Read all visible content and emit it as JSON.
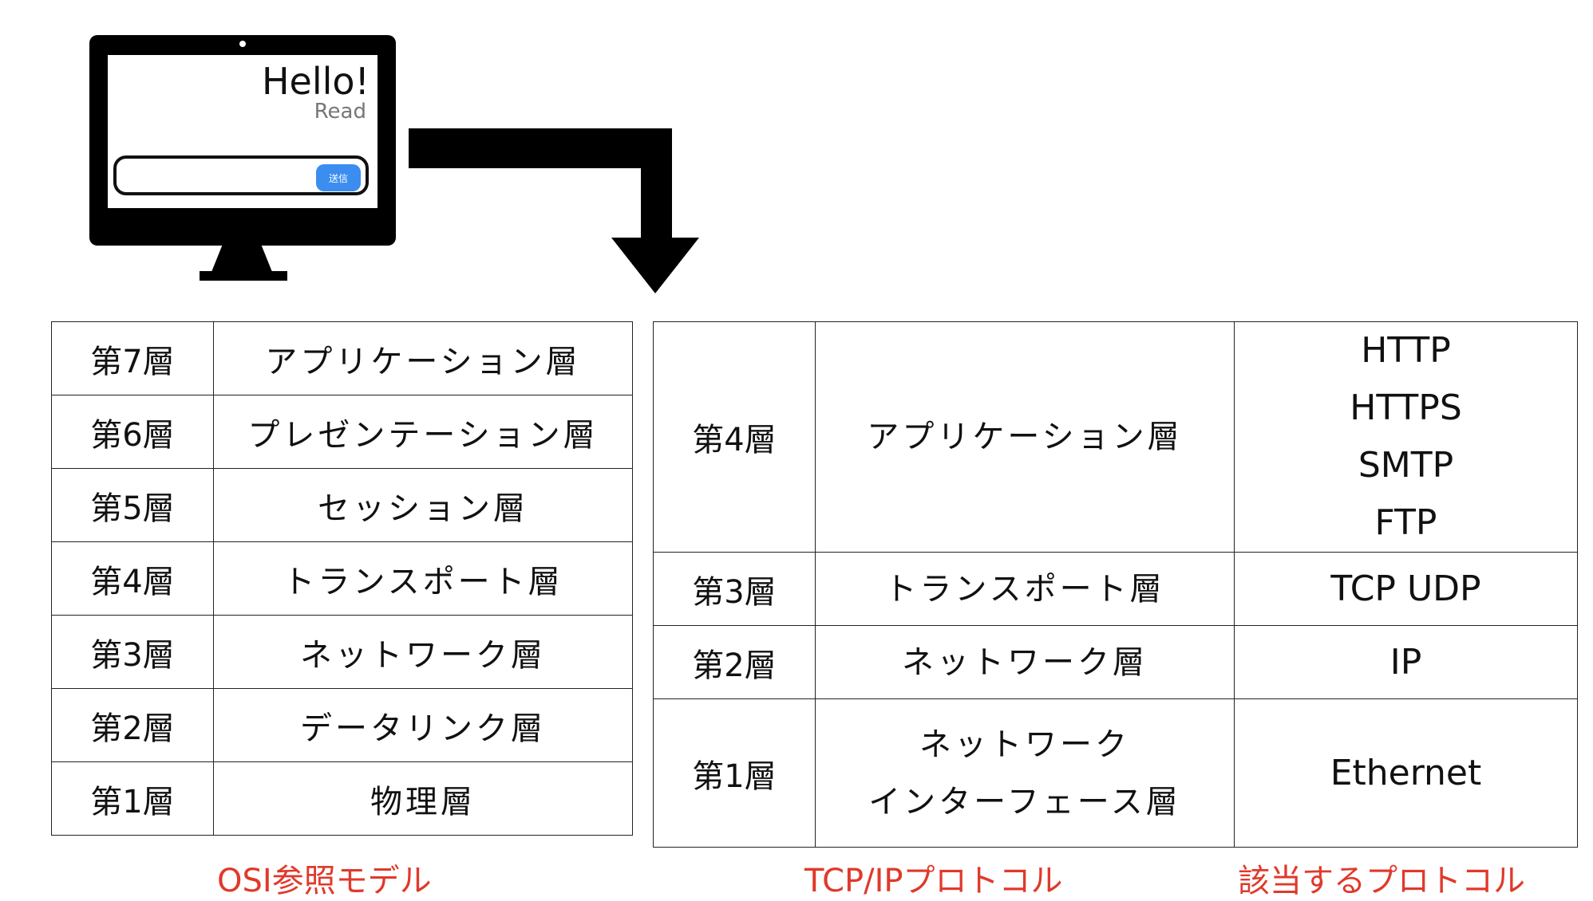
{
  "monitor": {
    "greeting": "Hello!",
    "subtitle": "Read",
    "send_label": "送信"
  },
  "osi": {
    "rows": [
      {
        "layer": "第7層",
        "name": "アプリケーション層"
      },
      {
        "layer": "第6層",
        "name": "プレゼンテーション層"
      },
      {
        "layer": "第5層",
        "name": "セッション層"
      },
      {
        "layer": "第4層",
        "name": "トランスポート層"
      },
      {
        "layer": "第3層",
        "name": "ネットワーク層"
      },
      {
        "layer": "第2層",
        "name": "データリンク層"
      },
      {
        "layer": "第1層",
        "name": "物理層"
      }
    ],
    "caption": "OSI参照モデル"
  },
  "tcpip": {
    "rows": [
      {
        "layer": "第4層",
        "name_lines": [
          "アプリケーション層"
        ],
        "protocols": [
          "HTTP",
          "HTTPS",
          "SMTP",
          "FTP"
        ]
      },
      {
        "layer": "第3層",
        "name_lines": [
          "トランスポート層"
        ],
        "protocols": [
          "TCP UDP"
        ]
      },
      {
        "layer": "第2層",
        "name_lines": [
          "ネットワーク層"
        ],
        "protocols": [
          "IP"
        ]
      },
      {
        "layer": "第1層",
        "name_lines": [
          "ネットワーク",
          "インターフェース層"
        ],
        "protocols": [
          "Ethernet"
        ]
      }
    ],
    "caption": "TCP/IPプロトコル",
    "protocol_caption": "該当するプロトコル"
  },
  "colors": {
    "caption": "#e0392b",
    "send_button": "#3b8df0"
  }
}
